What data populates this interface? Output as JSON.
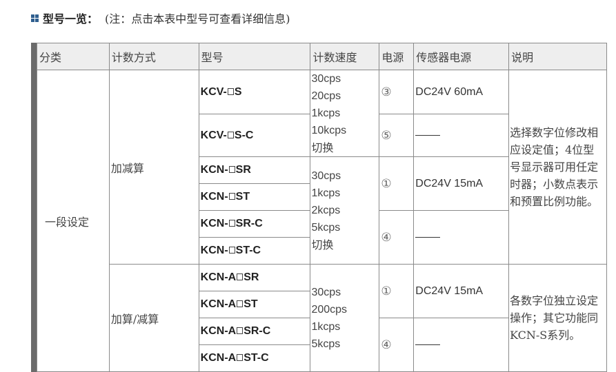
{
  "header": {
    "title": "型号一览：",
    "note": "(注：点击本表中型号可查看详细信息)",
    "icon": "grid-icon"
  },
  "table": {
    "columns": [
      "分类",
      "计数方式",
      "型号",
      "计数速度",
      "电源",
      "传感器电源",
      "说明"
    ],
    "category": "一段设定",
    "groups": [
      {
        "mode": "加减算",
        "blocks": [
          {
            "speeds": [
              "30cps",
              "20cps",
              "1kcps",
              "10kcps",
              "切换"
            ],
            "rows": [
              {
                "model_prefix": "KCV-",
                "model_suffix": "S",
                "power": "③",
                "sensor": "DC24V 60mA"
              },
              {
                "model_prefix": "KCV-",
                "model_suffix": "S-C",
                "power": "⑤",
                "sensor": "——"
              }
            ]
          },
          {
            "speeds": [
              "30cps",
              "1kcps",
              "2kcps",
              "5kcps",
              "切换"
            ],
            "rows": [
              {
                "model_prefix": "KCN-",
                "model_suffix": "SR"
              },
              {
                "model_prefix": "KCN-",
                "model_suffix": "ST"
              },
              {
                "model_prefix": "KCN-",
                "model_suffix": "SR-C"
              },
              {
                "model_prefix": "KCN-",
                "model_suffix": "ST-C"
              }
            ],
            "power_groups": [
              {
                "power": "①",
                "sensor": "DC24V 15mA"
              },
              {
                "power": "④",
                "sensor": "——"
              }
            ]
          }
        ],
        "desc": "选择数字位修改相应设定值；4位型号显示器可用任定时器；小数点表示和预置比例功能。"
      },
      {
        "mode": "加算/减算",
        "speeds": [
          "30cps",
          "200cps",
          "1kcps",
          "5kcps"
        ],
        "rows": [
          {
            "model_prefix": "KCN-A",
            "model_suffix": "SR"
          },
          {
            "model_prefix": "KCN-A",
            "model_suffix": "ST"
          },
          {
            "model_prefix": "KCN-A",
            "model_suffix": "SR-C"
          },
          {
            "model_prefix": "KCN-A",
            "model_suffix": "ST-C"
          }
        ],
        "power_groups": [
          {
            "power": "①",
            "sensor": "DC24V 15mA"
          },
          {
            "power": "④",
            "sensor": "——"
          }
        ],
        "desc": "各数字位独立设定操作；其它功能同KCN-S系列。"
      }
    ]
  }
}
